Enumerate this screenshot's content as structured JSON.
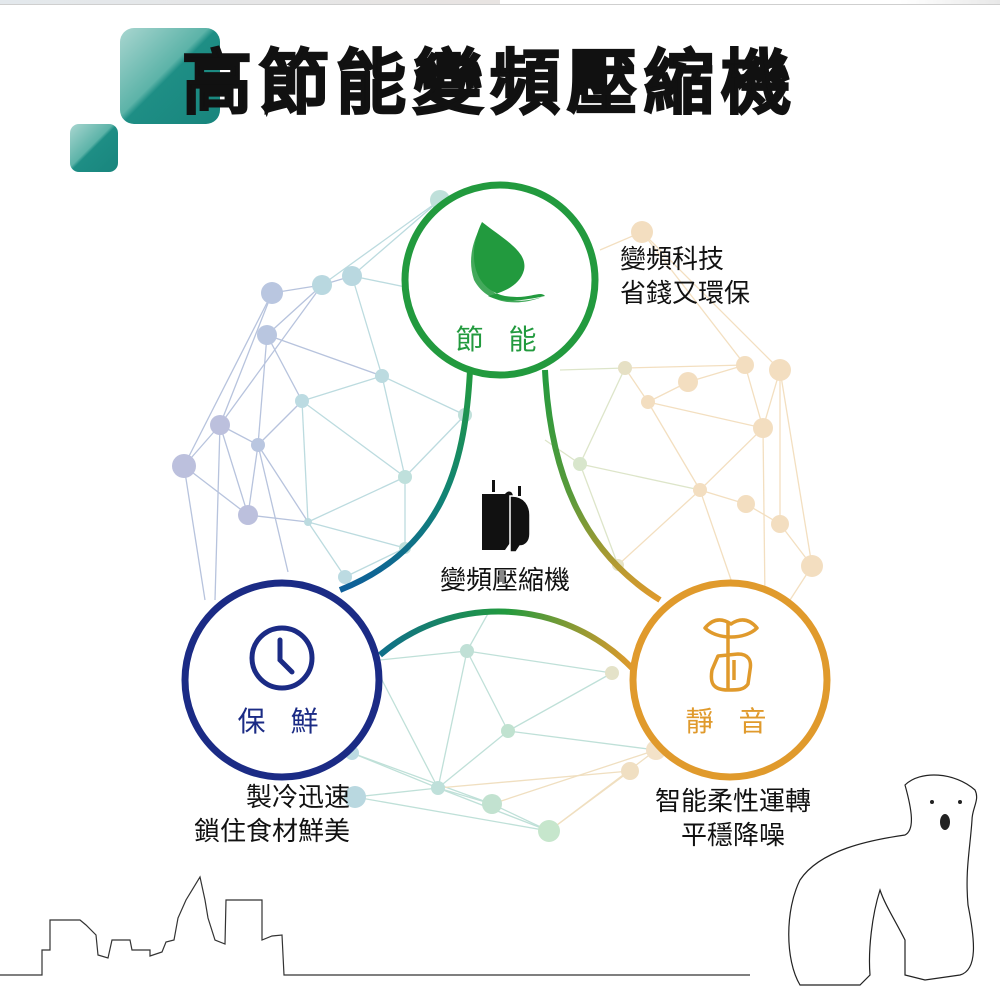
{
  "title": "高節能變頻壓縮機",
  "center": {
    "label": "變頻壓縮機",
    "icon": "compressor-icon"
  },
  "features": [
    {
      "key": "energy",
      "label": "節 能",
      "icon": "leaf-icon",
      "color": "#229a3e",
      "caption": [
        "變頻科技",
        "省錢又環保"
      ]
    },
    {
      "key": "fresh",
      "label": "保 鮮",
      "icon": "clock-icon",
      "color": "#1b2b85",
      "caption": [
        "製冷迅速",
        "鎖住食材鮮美"
      ]
    },
    {
      "key": "quiet",
      "label": "靜 音",
      "icon": "shush-icon",
      "color": "#e09a2c",
      "caption": [
        "智能柔性運轉",
        "平穩降噪"
      ]
    }
  ],
  "colors": {
    "accent_teal": "#1e8e85",
    "network_blue": "#b5c0dc",
    "network_teal": "#b9dad8",
    "network_sand": "#f2dcb9"
  }
}
